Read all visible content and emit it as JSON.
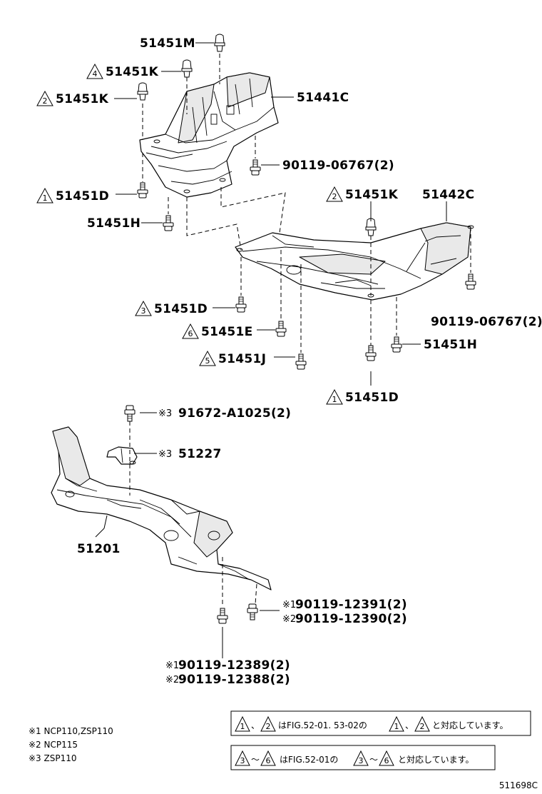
{
  "callouts": {
    "p51451M": "51451M",
    "p51451K_4": "51451K",
    "p51451K_2a": "51451K",
    "p51441C": "51441C",
    "p90119_06767_a": "90119-06767(2)",
    "p51451D_1a": "51451D",
    "p51451H_a": "51451H",
    "p51451K_2b": "51451K",
    "p51442C": "51442C",
    "p90119_06767_b": "90119-06767(2)",
    "p51451D_3": "51451D",
    "p51451E_6": "51451E",
    "p51451J_5": "51451J",
    "p51451H_b": "51451H",
    "p51451D_1b": "51451D",
    "p91672": "91672-A1025(2)",
    "p51227": "51227",
    "p51201": "51201",
    "p90119_12391": "90119-12391(2)",
    "p90119_12390": "90119-12390(2)",
    "p90119_12389": "90119-12389(2)",
    "p90119_12388": "90119-12388(2)"
  },
  "triangle_numbers": {
    "t4": "4",
    "t2a": "2",
    "t1a": "1",
    "t2b": "2",
    "t3": "3",
    "t6": "6",
    "t5": "5",
    "t1b": "1"
  },
  "marks": {
    "m3a": "※3",
    "m3b": "※3",
    "m1a": "※1",
    "m2a": "※2",
    "m1b": "※1",
    "m2b": "※2"
  },
  "notes": {
    "line1": "※1 NCP110,ZSP110",
    "line2": "※2 NCP115",
    "line3": "※3 ZSP110"
  },
  "note_boxes": {
    "box1": {
      "t_a": "1",
      "sep1": "、",
      "t_b": "2",
      "text": "はFIG.52-01. 53-02の",
      "t_c": "1",
      "sep2": "、",
      "t_d": "2",
      "tail": "と対応しています。"
    },
    "box2": {
      "t_a": "3",
      "sep1": "～",
      "t_b": "6",
      "text": "はFIG.52-01の",
      "t_c": "3",
      "sep2": "～",
      "t_d": "6",
      "tail": "と対応しています。"
    }
  },
  "figure_id": "511698C"
}
